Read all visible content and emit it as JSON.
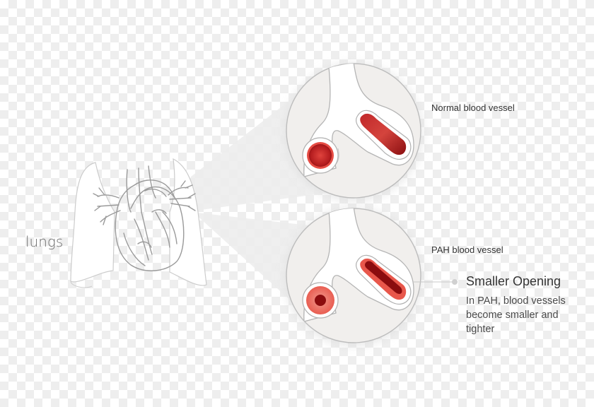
{
  "labels": {
    "lungs": "lungs",
    "normal_vessel": "Normal blood vessel",
    "pah_vessel": "PAH blood vessel"
  },
  "callout": {
    "title": "Smaller Opening",
    "body": "In PAH, blood vessels become smaller and tighter"
  },
  "colors": {
    "outline": "#bfbfbf",
    "circle_fill": "#f1efed",
    "vessel_wall": "#ffffff",
    "blood_light": "#e85a50",
    "blood_dark": "#8b0c0e",
    "beam": "#e9e9e9"
  }
}
